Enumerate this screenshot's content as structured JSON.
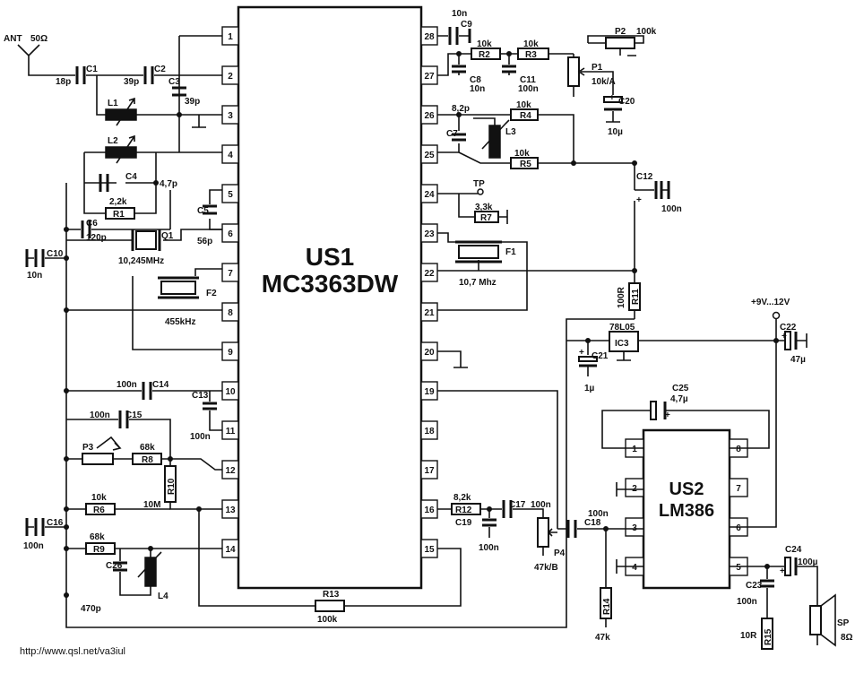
{
  "ic1": {
    "name": "US1",
    "part": "MC3363DW",
    "left_pins": [
      "1",
      "2",
      "3",
      "4",
      "5",
      "6",
      "7",
      "8",
      "9",
      "10",
      "11",
      "12",
      "13",
      "14"
    ],
    "right_pins": [
      "28",
      "27",
      "26",
      "25",
      "24",
      "23",
      "22",
      "21",
      "20",
      "19",
      "18",
      "17",
      "16",
      "15"
    ]
  },
  "ic2": {
    "name": "US2",
    "part": "LM386",
    "left_pins": [
      "1",
      "2",
      "3",
      "4"
    ],
    "right_pins": [
      "8",
      "7",
      "6",
      "5"
    ]
  },
  "labels": {
    "ant": "ANT",
    "ant_imp": "50Ω",
    "c1": "C1",
    "c1_val": "18p",
    "c2": "C2",
    "c2_val": "39p",
    "c3": "C3",
    "c3_val": "39p",
    "l1": "L1",
    "l2": "L2",
    "c4": "C4",
    "c4_val": "4,7p",
    "r1": "R1",
    "r1_val": "2,2k",
    "c5": "C5",
    "c5_val": "56p",
    "c6": "C6",
    "c6_val": "120p",
    "q1": "Q1",
    "q1_val": "10,245MHz",
    "c10": "C10",
    "c10_val": "10n",
    "f2": "F2",
    "f2_val": "455kHz",
    "c14": "C14",
    "c14_val": "100n",
    "c13": "C13",
    "c13_val": "100n",
    "c15": "C15",
    "c15_val": "100n",
    "p3": "P3",
    "r8": "R8",
    "r8_val": "68k",
    "r10": "R10",
    "r10_val": "10M",
    "r6": "R6",
    "r6_val": "10k",
    "c16": "C16",
    "c16_val": "100n",
    "r9": "R9",
    "r9_val": "68k",
    "c26": "C26",
    "c26_val": "470p",
    "l4": "L4",
    "r13": "R13",
    "r13_val": "100k",
    "c9": "C9",
    "c9_val": "10n",
    "r2": "R2",
    "r2_val": "10k",
    "r3": "R3",
    "r3_val": "10k",
    "p2": "P2",
    "p2_val": "100k",
    "p1": "P1",
    "p1_val": "10k/A",
    "c8": "C8",
    "c8_val": "10n",
    "c11": "C11",
    "c11_val": "100n",
    "c20": "C20",
    "c20_val": "10µ",
    "c7": "C7",
    "c7_val": "8,2p",
    "r4": "R4",
    "r4_val": "10k",
    "l3": "L3",
    "r5": "R5",
    "r5_val": "10k",
    "c12": "C12",
    "c12_val": "100n",
    "tp": "TP",
    "r7": "R7",
    "r7_val": "3,3k",
    "f1": "F1",
    "f1_val": "10,7 Mhz",
    "r11": "R11",
    "r11_val": "100R",
    "supply": "+9V...12V",
    "ic3": "IC3",
    "ic3_val": "78L05",
    "c21": "C21",
    "c21_val": "1µ",
    "c22": "C22",
    "c22_val": "47µ",
    "r12": "R12",
    "r12_val": "8,2k",
    "c17": "C17",
    "c17_val": "100n",
    "c19": "C19",
    "c19_val": "100n",
    "p4": "P4",
    "p4_val": "47k/B",
    "c18": "C18",
    "c18_val": "100n",
    "r14": "R14",
    "r14_val": "47k",
    "c25": "C25",
    "c25_val": "4,7µ",
    "c24": "C24",
    "c24_val": "100µ",
    "c23": "C23",
    "c23_val": "100n",
    "r15": "R15",
    "r15_val": "10R",
    "sp": "SP",
    "sp_val": "8Ω",
    "plus": "+"
  },
  "footer": {
    "url": "http://www.qsl.net/va3iul"
  }
}
